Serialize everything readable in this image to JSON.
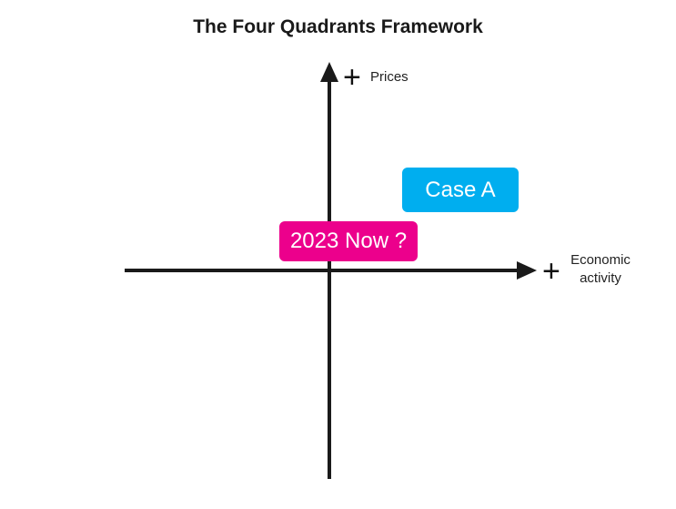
{
  "title": "The Four Quadrants Framework",
  "axes": {
    "y": {
      "sign": "+",
      "label": "Prices"
    },
    "x": {
      "sign": "+",
      "label_line1": "Economic",
      "label_line2": "activity"
    }
  },
  "markers": [
    {
      "label": "Case A",
      "color": "#00aeef"
    },
    {
      "label": "2023 Now ?",
      "color": "#ec008c"
    }
  ],
  "colors": {
    "axis": "#1a1a1a",
    "title": "#1a1a1a"
  }
}
